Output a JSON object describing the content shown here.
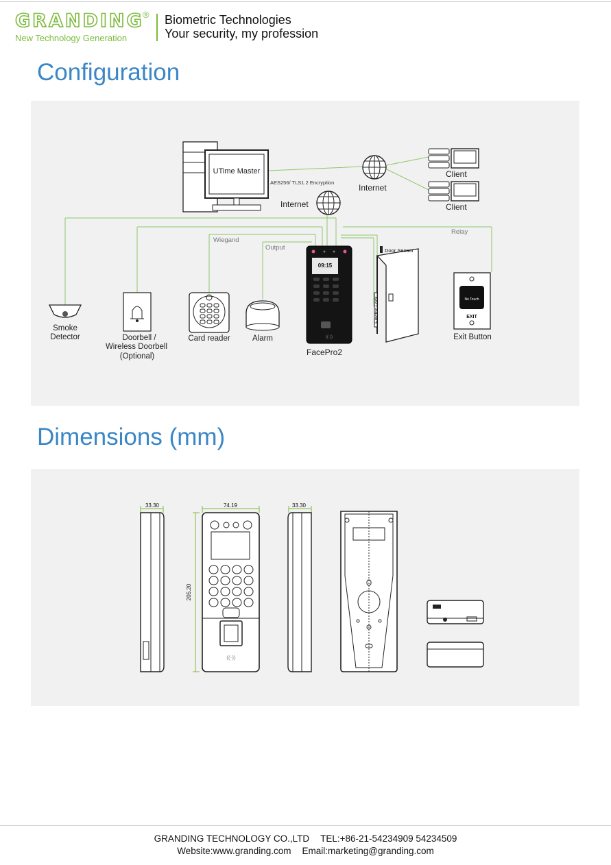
{
  "header": {
    "brand": "GRANDING",
    "reg": "®",
    "tagline_sub": "New Technology Generation",
    "line1": "Biometric Technologies",
    "line2": "Your security, my profession"
  },
  "sections": {
    "configuration": "Configuration",
    "dimensions": "Dimensions (mm)"
  },
  "config": {
    "software": "UTime Master",
    "encryption": "AES256/ TLS1.2 Encryption",
    "internet_top": "Internet",
    "internet_mid": "Internet",
    "client1": "Client",
    "client2": "Client",
    "wiegand": "Wiegand",
    "output": "Output",
    "relay": "Relay",
    "door_sensor": "Door Sensor",
    "electric_lock": "Electric Lock",
    "smoke_line1": "Smoke",
    "smoke_line2": "Detector",
    "doorbell_line1": "Doorbell /",
    "doorbell_line2": "Wireless Doorbell",
    "doorbell_line3": "(Optional)",
    "card_reader": "Card reader",
    "alarm": "Alarm",
    "device": "FacePro2",
    "exit_button": "Exit Button",
    "device_time": "09:15",
    "no_touch": "No Touch",
    "exit": "EXIT"
  },
  "dimensions": {
    "side_depth": "33.30",
    "front_width": "74.19",
    "side_depth2": "33.30",
    "height": "205.20"
  },
  "colors": {
    "accent_green": "#7dbb3c",
    "heading_blue": "#3a86c6",
    "panel_gray": "#f1f1f1",
    "line_green": "#8cc86a"
  },
  "footer": {
    "company": "GRANDING TECHNOLOGY CO.,LTD",
    "tel": "TEL:+86-21-54234909  54234509",
    "website": "Website:www.granding.com",
    "email": "Email:marketing@granding.com"
  }
}
